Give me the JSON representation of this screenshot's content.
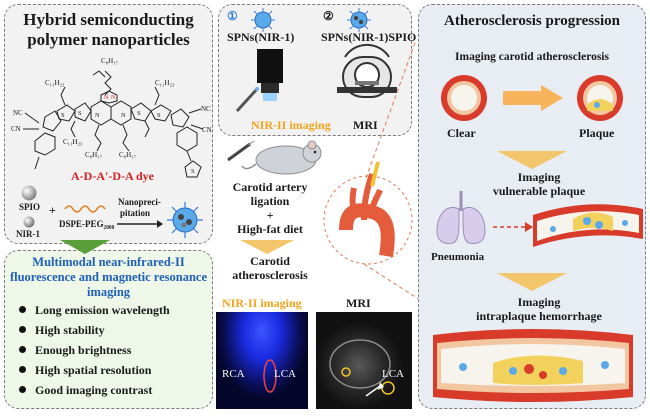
{
  "hybrid": {
    "title_line1": "Hybrid semiconducting",
    "title_line2": "polymer nanoparticles",
    "dye_label": "A-D-A'-D-A dye",
    "chains": [
      "C₈H₁₇",
      "C₁₁H₂₃",
      "C₁₁H₂₃",
      "C₈H₁₇",
      "C₈H₁₇",
      "C₁₁H₂₃"
    ],
    "cn": [
      "NC",
      "CN",
      "NC",
      "CN"
    ],
    "spio": "SPIO",
    "nir1": "NIR-1",
    "plus": "+",
    "dspe": "DSPE-PEG₂₀₀₀",
    "nanoprecip_line1": "Nanopreci-",
    "nanoprecip_line2": "pitation"
  },
  "multimodal": {
    "title_line1": "Multimodal near-infrared-II",
    "title_line2": "fluorescence and magnetic resonance",
    "title_line3": "imaging",
    "features": [
      "Long emission wavelength",
      "High stability",
      "Enough brightness",
      "High spatial resolution",
      "Good imaging contrast"
    ]
  },
  "probes": {
    "num1": "①",
    "num2": "②",
    "probe1": "SPNs(NIR-1)",
    "probe2": "SPNs(NIR-1)SPIO",
    "mode1": "NIR-II imaging",
    "mode2": "MRI"
  },
  "model": {
    "line1": "Carotid artery",
    "line2": "ligation",
    "line3": "+",
    "line4": "High-fat diet",
    "result_line1": "Carotid",
    "result_line2": "atherosclerosis"
  },
  "images": {
    "nir_title": "NIR-II imaging",
    "mri_title": "MRI",
    "rca": "RCA",
    "lca": "LCA",
    "mri_lca": "LCA"
  },
  "progression": {
    "title": "Atherosclerosis progression",
    "step1": "Imaging carotid atherosclerosis",
    "clear": "Clear",
    "plaque": "Plaque",
    "step2_line1": "Imaging",
    "step2_line2": "vulnerable plaque",
    "pneumonia": "Pneumonia",
    "step3_line1": "Imaging",
    "step3_line2": "intraplaque hemorrhage"
  },
  "colors": {
    "dye_red": "#d42020",
    "imaging_yellow": "#f3a31c",
    "multimodal_blue": "#1f5fb8",
    "vessel_red": "#d93b2b",
    "nir_blue": "#1330d8"
  }
}
